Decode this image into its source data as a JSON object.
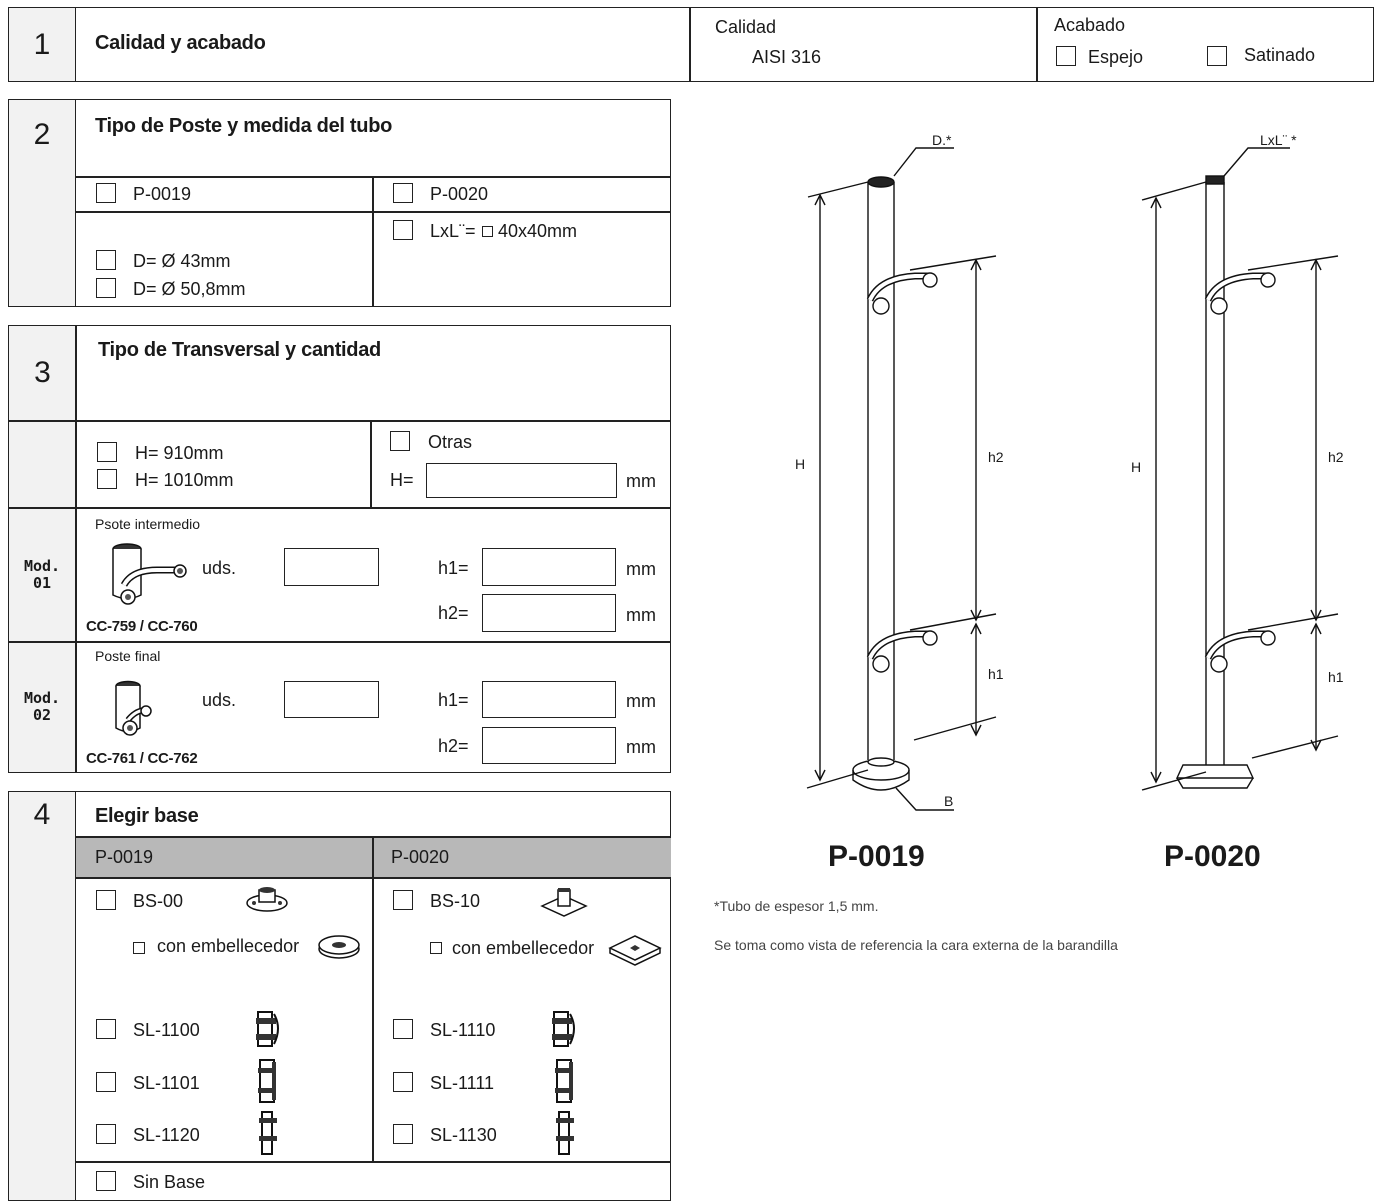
{
  "section1": {
    "number": "1",
    "title": "Calidad y acabado",
    "quality_label": "Calidad",
    "quality_value": "AISI 316",
    "finish_label": "Acabado",
    "finish_options": [
      "Espejo",
      "Satinado"
    ]
  },
  "section2": {
    "number": "2",
    "title": "Tipo de Poste y medida del tubo",
    "post_a": "P-0019",
    "post_b": "P-0020",
    "diameters": [
      "D= Ø 43mm",
      "D= Ø 50,8mm"
    ],
    "square_prefix": "LxL¨=",
    "square_value": "40x40mm"
  },
  "section3": {
    "number": "3",
    "title": "Tipo de Transversal y cantidad",
    "heights": [
      "H= 910mm",
      "H= 1010mm"
    ],
    "other_label": "Otras",
    "h_label": "H=",
    "unit": "mm",
    "mod1": {
      "label": "Mod.\n01",
      "type": "Psote intermedio",
      "code": "CC-759 / CC-760",
      "uds": "uds.",
      "h1": "h1=",
      "h2": "h2="
    },
    "mod2": {
      "label": "Mod.\n02",
      "type": "Poste final",
      "code": "CC-761 / CC-762",
      "uds": "uds.",
      "h1": "h1=",
      "h2": "h2="
    }
  },
  "section4": {
    "number": "4",
    "title": "Elegir base",
    "col_a": "P-0019",
    "col_b": "P-0020",
    "base_a": "BS-00",
    "base_b": "BS-10",
    "embellecedor": "con embellecedor",
    "options_a": [
      "SL-1100",
      "SL-1101",
      "SL-1120"
    ],
    "options_b": [
      "SL-1110",
      "SL-1111",
      "SL-1130"
    ],
    "no_base": "Sin Base"
  },
  "drawing": {
    "label_d": "D.*",
    "label_lxl": "LxL¨ *",
    "label_H": "H",
    "label_h1": "h1",
    "label_h2": "h2",
    "label_B": "B",
    "name_a": "P-0019",
    "name_b": "P-0020",
    "note1": "*Tubo de espesor 1,5 mm.",
    "note2": "Se toma como vista de referencia la cara externa de la barandilla"
  }
}
